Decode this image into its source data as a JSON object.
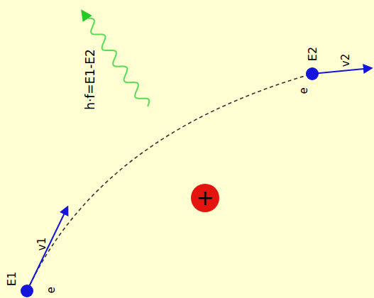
{
  "diagram": {
    "nodes": [
      {
        "text": [
          "+"
        ]
      }
    ],
    "labels": [
      "E1",
      "e",
      "v1",
      "E2",
      "e",
      "v2",
      "h·f=E1-E2"
    ]
  }
}
